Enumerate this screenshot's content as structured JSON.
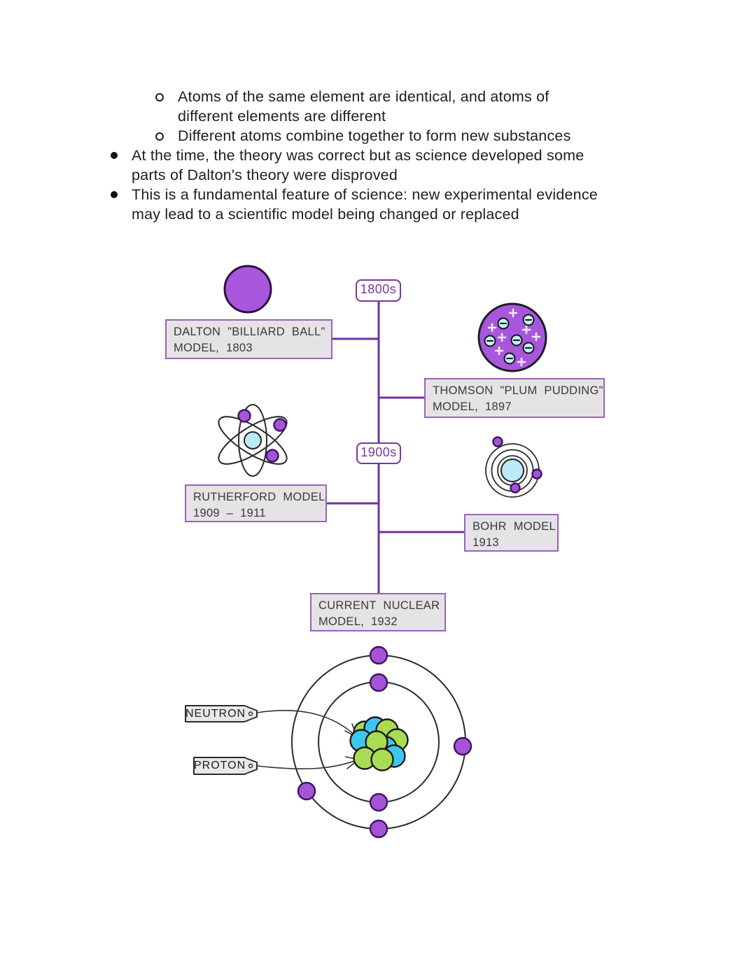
{
  "notes": {
    "sub_bullets": [
      {
        "lines": [
          "Atoms of the same element are identical, and atoms of",
          "different elements are different"
        ]
      },
      {
        "lines": [
          "Different atoms combine together to form new substances"
        ]
      }
    ],
    "main_bullets": [
      {
        "lines": [
          "At the time, the theory was correct but as science developed some",
          "parts of Dalton's theory were disproved"
        ]
      },
      {
        "lines": [
          "This is a fundamental feature of science: new experimental evidence",
          "may lead to a scientific model being changed or replaced"
        ]
      }
    ]
  },
  "timeline": {
    "era_1800s": "1800s",
    "era_1900s": "1900s",
    "models": {
      "dalton": {
        "line1": "DALTON \"BILLIARD BALL\"",
        "line2": "MODEL, 1803"
      },
      "thomson": {
        "line1": "THOMSON \"PLUM PUDDING\"",
        "line2": "MODEL, 1897"
      },
      "rutherford": {
        "line1": "RUTHERFORD MODEL",
        "line2": "1909 – 1911"
      },
      "bohr": {
        "line1": "BOHR MODEL",
        "line2": "1913"
      },
      "current": {
        "line1": "CURRENT NUCLEAR",
        "line2": "MODEL,  1932"
      }
    }
  },
  "atom_labels": {
    "neutron": "NEUTRON",
    "proton": "PROTON"
  },
  "colors": {
    "timeline_purple": "#72309b",
    "era_label_purple": "#7b35a0",
    "box_border_purple": "#9a63b5",
    "box_fill_grey": "#e5e3e5",
    "model_ball_purple": "#a857dc",
    "electron_purple": "#a554d6",
    "nucleus_cyan": "#bce9f8",
    "neutron_blue": "#3fc6ef",
    "proton_green": "#a9dc52"
  }
}
